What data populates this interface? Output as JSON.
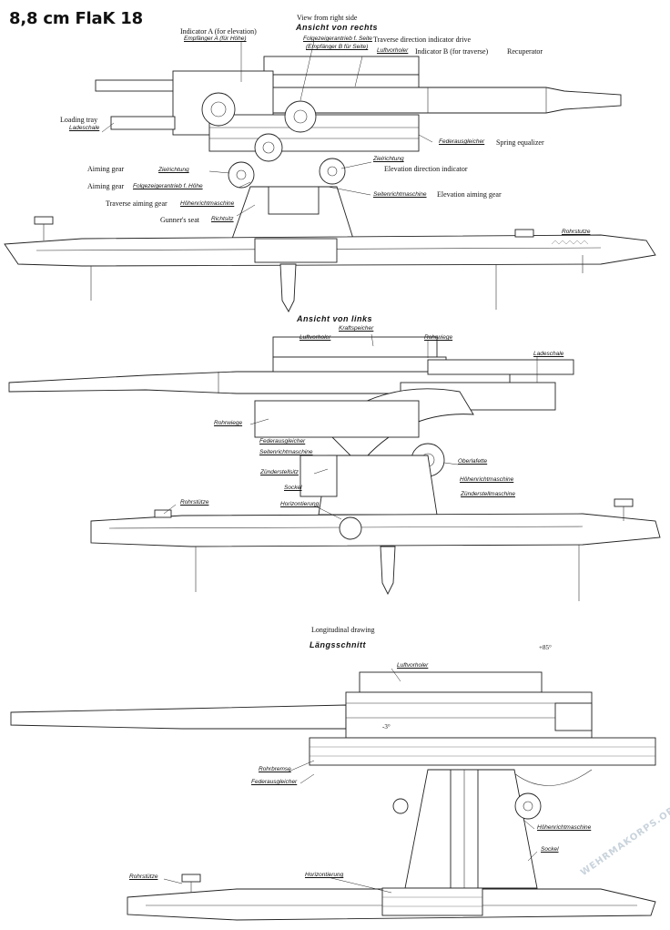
{
  "title": "8,8 cm FlaK 18",
  "watermark": "WEHRMAKORPS.ORG",
  "views": {
    "right": {
      "heading_en": "View from right side",
      "heading_de": "Ansicht von rechts",
      "labels": [
        {
          "id": "indicator_a",
          "en": "Indicator A (for elevation)",
          "de": "Empfänger A (für Höhe)"
        },
        {
          "id": "traverse_drive",
          "de": "Folgezeigerantrieb f. Seite",
          "en": "Traverse direction indicator drive"
        },
        {
          "id": "indicator_b",
          "de": "(Empfänger B für Seite)",
          "en": "Indicator B (for traverse)"
        },
        {
          "id": "luftvorholer",
          "de": "Luftvorholer"
        },
        {
          "id": "recuperator",
          "en": "Recuperator"
        },
        {
          "id": "loading_tray",
          "en": "Loading tray",
          "de": "Ladeschale"
        },
        {
          "id": "aiming_gear_1",
          "en": "Aiming gear"
        },
        {
          "id": "aiming_gear_2",
          "en": "Aiming gear",
          "de": "Folgezeigerantrieb f. Höhe"
        },
        {
          "id": "zielrichtung_1",
          "de": "Zielrichtung"
        },
        {
          "id": "traverse_aiming",
          "en": "Traverse aiming gear",
          "de": "Höhenrichtmaschine"
        },
        {
          "id": "seat",
          "en": "Gunner's seat",
          "de": "Richtsitz"
        },
        {
          "id": "federausgleicher",
          "de": "Federausgleicher",
          "en": "Spring equalizer"
        },
        {
          "id": "zielrichtung_2",
          "de": "Zielrichtung",
          "en": "Elevation direction indicator"
        },
        {
          "id": "seitenricht",
          "de": "Seitenrichtmaschine",
          "en": "Elevation aiming gear"
        },
        {
          "id": "rohrstutze",
          "de": "Rohrstutze"
        }
      ]
    },
    "left": {
      "heading_de": "Ansicht von links",
      "labels": [
        {
          "id": "kraftspeicher",
          "de": "Kraftspeicher"
        },
        {
          "id": "luftvorholer",
          "de": "Luftvorholer"
        },
        {
          "id": "rohrwiege_top",
          "de": "Rohrwiege"
        },
        {
          "id": "ladeschale",
          "de": "Ladeschale"
        },
        {
          "id": "rohrwiege_side",
          "de": "Rohrwiege"
        },
        {
          "id": "federausgleicher",
          "de": "Federausgleicher"
        },
        {
          "id": "seitenricht",
          "de": "Seitenrichtmaschine"
        },
        {
          "id": "oberlafette",
          "de": "Oberlafette"
        },
        {
          "id": "zundersteller",
          "de": "Zünderstellsitz"
        },
        {
          "id": "hohenricht",
          "de": "Höhenrichtmaschine"
        },
        {
          "id": "sockel",
          "de": "Sockel"
        },
        {
          "id": "zunderstellmaschine",
          "de": "Zünderstellmaschine"
        },
        {
          "id": "rohrstutze",
          "de": "Rohrstütze"
        },
        {
          "id": "horizontierung",
          "de": "Horizontierung"
        }
      ]
    },
    "section": {
      "heading_en": "Longitudinal drawing",
      "heading_de": "Längsschnitt",
      "angle_max": "+85°",
      "angle_min": "-3°",
      "labels": [
        {
          "id": "luftvorholer",
          "de": "Luftvorholer"
        },
        {
          "id": "rohrbremse",
          "de": "Rohrbremse"
        },
        {
          "id": "federausgleicher",
          "de": "Federausgleicher"
        },
        {
          "id": "hohenricht",
          "de": "Höhenrichtmaschine"
        },
        {
          "id": "sockel",
          "de": "Sockel"
        },
        {
          "id": "rohrstutze",
          "de": "Rohrstütze"
        },
        {
          "id": "horizontierung",
          "de": "Horizontierung"
        }
      ]
    }
  }
}
